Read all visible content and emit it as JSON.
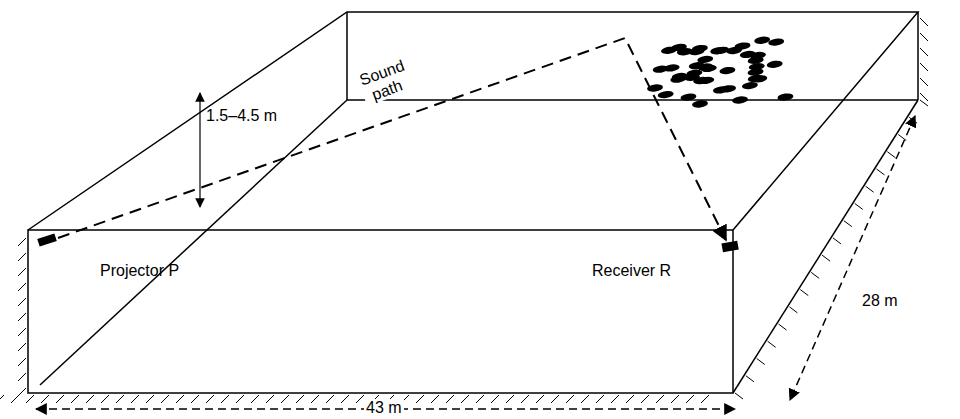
{
  "diagram": {
    "labels": [
      "Sound path",
      "1.5–4.5 m",
      "Projector P",
      "Receiver R",
      "28 m",
      "43 m"
    ]
  }
}
